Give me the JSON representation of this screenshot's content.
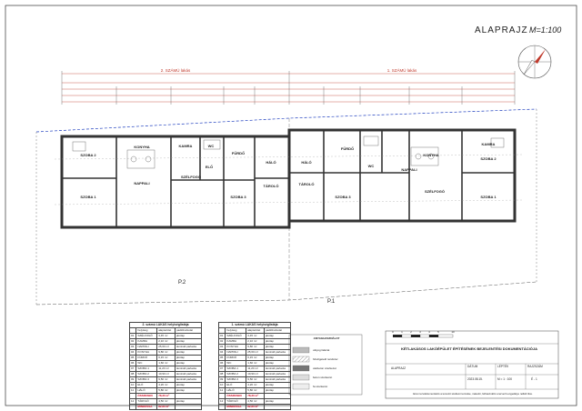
{
  "title": "ALAPRAJZ",
  "scale": "M=1:100",
  "colors": {
    "wall": "#444444",
    "hatch": "#888888",
    "dim": "#d0021b",
    "boundary": "#1f3fbf",
    "room_label": "#222222"
  },
  "section_labels": {
    "left": "2. SZÁMÚ lakás",
    "right": "1. SZÁMÚ lakás",
    "plot_left": "P.2",
    "plot_right": "P.1"
  },
  "rooms_left": [
    {
      "name": "SZOBA 2"
    },
    {
      "name": "KONYHA"
    },
    {
      "name": "NAPPALI"
    },
    {
      "name": "SZOBA 1"
    },
    {
      "name": "SZÉLFOGÓ"
    },
    {
      "name": "KAMRA"
    },
    {
      "name": "WC"
    },
    {
      "name": "FÜRDŐ"
    },
    {
      "name": "SZOBA 3"
    },
    {
      "name": "HÁLÓ"
    },
    {
      "name": "TÁROLÓ"
    },
    {
      "name": "ELŐ"
    }
  ],
  "rooms_right": [
    {
      "name": "FÜRDŐ"
    },
    {
      "name": "KAMRA"
    },
    {
      "name": "KONYHA"
    },
    {
      "name": "SZOBA 2"
    },
    {
      "name": "SZOBA 3"
    },
    {
      "name": "WC"
    },
    {
      "name": "NAPPALI"
    },
    {
      "name": "SZOBA 1"
    },
    {
      "name": "TÁROLÓ"
    },
    {
      "name": "HÁLÓ"
    },
    {
      "name": "SZÉLFOGÓ"
    }
  ],
  "table_left": {
    "title": "2. számú LAKÁS helyiséglistája",
    "headers": [
      "",
      "helyiség",
      "alapterület",
      "padlóburkolat"
    ],
    "rows": [
      [
        "01",
        "SZÉLFOGÓ",
        "3,45 m²",
        "járólap"
      ],
      [
        "02",
        "KAMRA",
        "2,10 m²",
        "járólap"
      ],
      [
        "03",
        "NAPPALI",
        "25,60 m²",
        "laminált parketta"
      ],
      [
        "04",
        "KONYHA",
        "9,80 m²",
        "járólap"
      ],
      [
        "05",
        "FÜRDŐ",
        "6,15 m²",
        "járólap"
      ],
      [
        "06",
        "WC",
        "1,60 m²",
        "járólap"
      ],
      [
        "07",
        "SZOBA 1",
        "11,20 m²",
        "laminált parketta"
      ],
      [
        "08",
        "SZOBA 2",
        "10,90 m²",
        "laminált parketta"
      ],
      [
        "09",
        "SZOBA 3",
        "9,50 m²",
        "laminált parketta"
      ],
      [
        "10",
        "ELŐ",
        "4,20 m²",
        "járólap"
      ],
      [
        "11",
        "HÁLÓ",
        "5,80 m²",
        "járólap"
      ],
      [
        "",
        "ÖSSZESEN",
        "78,30 m²",
        ""
      ],
      [
        "12",
        "TÁROLÓ",
        "4,50 m²",
        "járólap"
      ],
      [
        "",
        "MINDÖSSZ.",
        "82,80 m²",
        ""
      ]
    ]
  },
  "table_right": {
    "title": "1. számú LAKÁS helyiséglistája",
    "headers": [
      "",
      "helyiség",
      "alapterület",
      "padlóburkolat"
    ],
    "rows": [
      [
        "01",
        "SZÉLFOGÓ",
        "3,45 m²",
        "járólap"
      ],
      [
        "02",
        "KAMRA",
        "2,10 m²",
        "járólap"
      ],
      [
        "03",
        "KONYHA",
        "9,80 m²",
        "járólap"
      ],
      [
        "04",
        "NAPPALI",
        "25,60 m²",
        "laminált parketta"
      ],
      [
        "05",
        "FÜRDŐ",
        "6,15 m²",
        "járólap"
      ],
      [
        "06",
        "WC",
        "1,60 m²",
        "járólap"
      ],
      [
        "07",
        "SZOBA 1",
        "11,20 m²",
        "laminált parketta"
      ],
      [
        "08",
        "SZOBA 2",
        "10,90 m²",
        "laminált parketta"
      ],
      [
        "09",
        "SZOBA 3",
        "9,50 m²",
        "laminált parketta"
      ],
      [
        "10",
        "ELŐ",
        "4,20 m²",
        "járólap"
      ],
      [
        "11",
        "HÁLÓ",
        "5,80 m²",
        "járólap"
      ],
      [
        "",
        "ÖSSZESEN",
        "78,30 m²",
        ""
      ],
      [
        "12",
        "TÁROLÓ",
        "4,50 m²",
        "járólap"
      ],
      [
        "",
        "MINDÖSSZ.",
        "82,80 m²",
        ""
      ]
    ]
  },
  "legend": {
    "title": "ANYAGHASZNÁLAT",
    "items": [
      "vályog falazat",
      "hőszigetelő rendszer",
      "vasbeton szerkezet",
      "beton szerkezet",
      "fa szerkezet"
    ]
  },
  "title_block": {
    "scale_bar": [
      "0",
      "1",
      "2",
      "3",
      "4",
      "5",
      "10"
    ],
    "heading": "KÉTLAKÁSOS LAKÓÉPÜLET ÉPÍTÉSÉNEK BEJELENTÉSI DOKUMENTÁCIÓJA",
    "sheet": "ALAPRAJZ",
    "date_label": "DÁTUM",
    "date": "2023.08.15.",
    "scale_label": "LÉPTÉK",
    "scale": "M = 1 : 100",
    "sheet_label": "RAJZSZÁM",
    "sheet_no": "É - 1",
    "footer": "Ezen tervdokumentáció a tervező szellemi terméke, másolni, felhasználni a tervező engedélye nélkül tilos."
  }
}
